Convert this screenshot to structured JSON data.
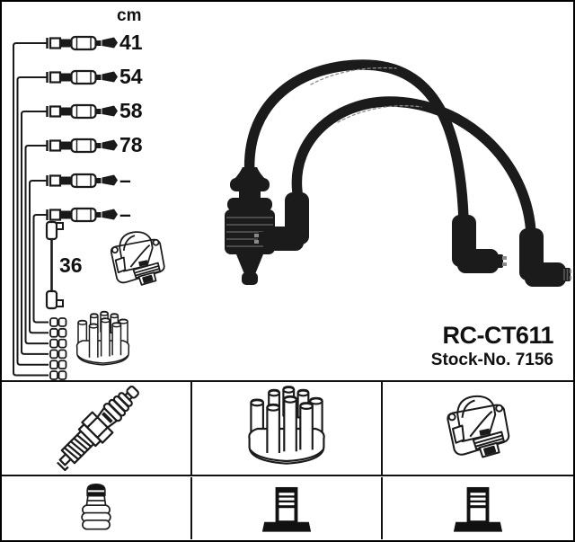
{
  "colors": {
    "ink": "#1a1a1a",
    "bg": "#ffffff",
    "photo_black": "#1b1b1b"
  },
  "header": {
    "unit_label": "cm"
  },
  "cables": [
    {
      "length_cm": "41"
    },
    {
      "length_cm": "54"
    },
    {
      "length_cm": "58"
    },
    {
      "length_cm": "78"
    },
    {
      "length_cm": "–"
    },
    {
      "length_cm": "–"
    }
  ],
  "coil_cable": {
    "length_cm": "36"
  },
  "product": {
    "part_number": "RC-CT611",
    "stock_number": "Stock-No. 7156"
  },
  "icons": {
    "top": [
      "cable-schematic",
      "coil-cable",
      "ignition-coil",
      "distributor-cap",
      "cable-photo"
    ],
    "legend_row1": [
      "spark-plug",
      "distributor-cap",
      "ignition-coil"
    ],
    "legend_row2": [
      "plug-boot-profile",
      "terminal-profile",
      "terminal-profile"
    ]
  }
}
